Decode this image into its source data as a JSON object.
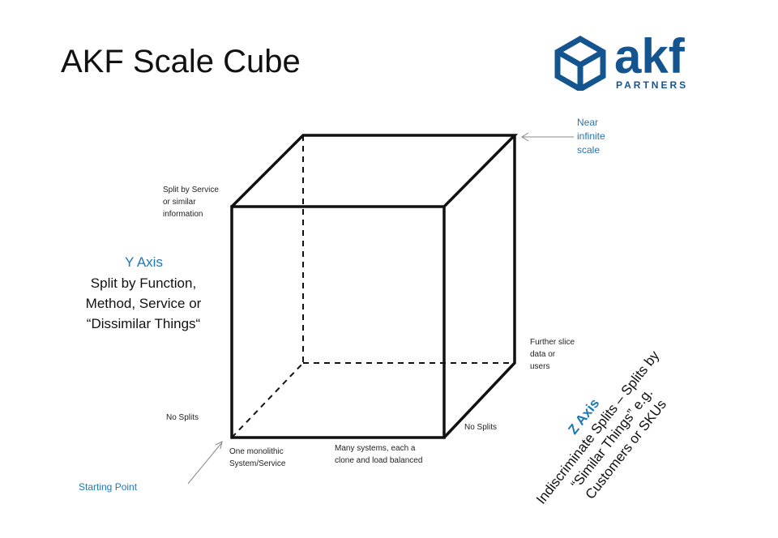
{
  "title": "AKF Scale Cube",
  "logo": {
    "word": "akf",
    "sub": "PARTNERS",
    "color": "#15558f"
  },
  "labels": {
    "near_infinite": [
      "Near",
      "infinite",
      "scale"
    ],
    "split_by_service": [
      "Split by Service",
      "or similar",
      "information"
    ],
    "further_slice": [
      "Further slice",
      "data or",
      "users"
    ],
    "no_splits_left": "No Splits",
    "no_splits_right": "No Splits",
    "one_monolithic": [
      "One monolithic",
      "System/Service"
    ],
    "many_systems": [
      "Many systems, each a",
      "clone and load balanced"
    ],
    "starting_point": "Starting Point"
  },
  "y_axis": {
    "heading": "Y Axis",
    "lines": [
      "Split by Function,",
      "Method, Service or",
      "“Dissimilar Things“"
    ]
  },
  "z_axis": {
    "heading": "Z Axis",
    "lines": [
      "Indiscriminate Splits – Splits by",
      "“Similar Things” e.g.",
      "Customers or SKUs"
    ]
  },
  "colors": {
    "accent_blue": "#1f77b4",
    "line": "#111111"
  }
}
